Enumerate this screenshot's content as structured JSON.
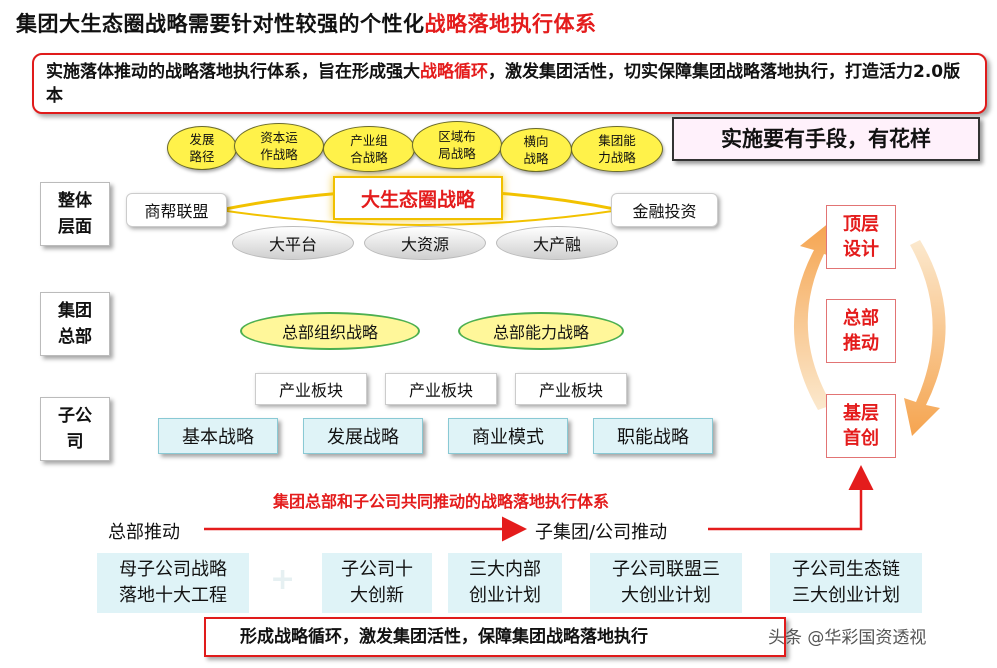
{
  "title": {
    "prefix": "集团大生态圈战略需要针对性较强的个性化",
    "highlight": "战略落地执行体系"
  },
  "intro": {
    "part1": "实施落体推动的战略落地执行体系，旨在形成强大",
    "highlight": "战略循环",
    "part2": "，激发集团活性，切实保障集团战略落地执行，打造活力2.0版本"
  },
  "strategy_bubbles": [
    "发展\n路径",
    "资本运\n作战略",
    "产业组\n合战略",
    "区域布\n局战略",
    "横向\n战略",
    "集团能\n力战略"
  ],
  "callout": "实施要有手段，有花样",
  "levels": [
    "整体\n层面",
    "集团\n总部",
    "子公\n司"
  ],
  "alliance": "商帮联盟",
  "finance": "金融投资",
  "ecosystem": "大生态圈战略",
  "pillars": [
    "大平台",
    "大资源",
    "大产融"
  ],
  "hq_strategies": [
    "总部组织战略",
    "总部能力战略"
  ],
  "industry_segments": [
    "产业板块",
    "产业板块",
    "产业板块"
  ],
  "subsidiary_strategies": [
    "基本战略",
    "发展战略",
    "商业模式",
    "职能战略"
  ],
  "cycle": [
    "顶层\n设计",
    "总部\n推动",
    "基层\n首创"
  ],
  "joint_system": "集团总部和子公司共同推动的战略落地执行体系",
  "hq_push": "总部推动",
  "sub_push": "子集团/公司推动",
  "plus": "+",
  "programs": [
    "母子公司战略\n落地十大工程",
    "子公司十\n大创新",
    "三大内部\n创业计划",
    "子公司联盟三\n大创业计划",
    "子公司生态链\n三大创业计划"
  ],
  "footer": "形成战略循环，激发集团活性，保障集团战略落地执行",
  "watermark": "头条 @华彩国资透视",
  "colors": {
    "accent_red": "#e41c1c",
    "bubble_yellow": "#fff24a",
    "box_blue": "#dff3f7",
    "cycle_orange": "#f6a14a"
  }
}
